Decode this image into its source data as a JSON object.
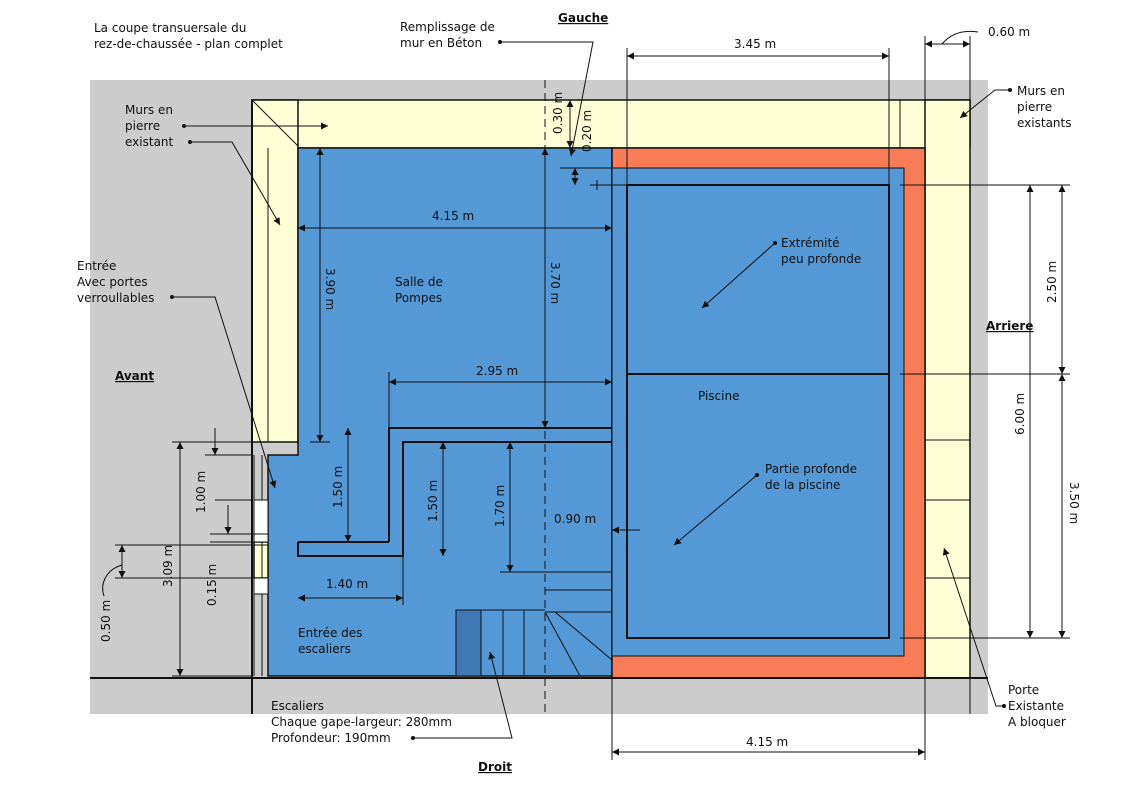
{
  "title": "La coupe transuersale du rez-de-chaussée - plan complet",
  "directions": {
    "front": "Avant",
    "back": "Arriere",
    "left": "Gauche",
    "right": "Droit"
  },
  "labels": {
    "stone_walls_left": "Murs en pierre existant",
    "stone_walls_right": "Murs en pierre existants",
    "concrete_fill": "Remplissage de mur en Béton",
    "entry_doors": "Entrée Avec portes verroullables",
    "pump_room": "Salle de Pompes",
    "shallow_end": "Extrémité peu profonde",
    "pool": "Piscine",
    "deep_end": "Partie profonde de la piscine",
    "stair_entry": "Entrée des escaliers",
    "stairs": "Escaliers",
    "step_width": "Chaque gape-largeur: 280mm",
    "step_depth": "Profondeur: 190mm",
    "door_to_block": "Porte Existante A bloquer"
  },
  "dimensions": {
    "top_width": "3.45 m",
    "top_wall": "0.60 m",
    "wall_030": "0.30 m",
    "wall_020": "0.20 m",
    "pump_width": "4.15 m",
    "pump_height": "3.90 m",
    "center_height": "3.70 m",
    "inner_width": "2.95 m",
    "left_150": "1.50 m",
    "mid_150": "1.50 m",
    "mid_170": "1.70 m",
    "gap_090": "0.90 m",
    "width_140": "1.40 m",
    "door_100": "1.00 m",
    "door_015": "0.15 m",
    "height_309": "3.09 m",
    "width_050": "0.50 m",
    "right_250": "2.50 m",
    "right_600": "6.00 m",
    "right_350": "3.50 m",
    "bottom_width": "4.15 m"
  },
  "colors": {
    "background": "#cccccc",
    "stone_wall": "#ffffd6",
    "room_blue": "#5598d6",
    "pool_edge": "#f87c58",
    "stair_tread": "#3f78b4"
  }
}
